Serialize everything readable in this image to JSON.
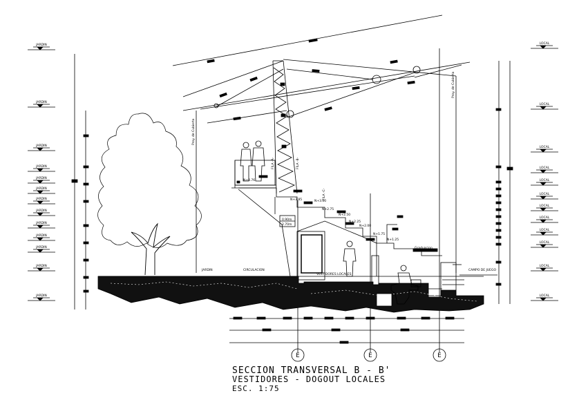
{
  "title": {
    "line1": "SECCION TRANSVERSAL B - B'",
    "line2": "VESTIDORES - DOGOUT LOCALES",
    "line3": "ESC. 1:75"
  },
  "axis_bubbles": [
    "E",
    "E",
    "E"
  ],
  "left_levels": [
    "JARDIN",
    "JARDIN",
    "JARDIN",
    "JARDIN",
    "JARDIN",
    "JARDIN",
    "JARDIN",
    "JARDIN",
    "JARDIN",
    "JARDIN",
    "JARDIN",
    "JARDIN",
    "JARDIN"
  ],
  "right_levels": [
    "LOCAL",
    "LOCAL",
    "LOCAL",
    "LOCAL",
    "LOCAL",
    "LOCAL",
    "LOCAL",
    "LOCAL",
    "LOCAL",
    "LOCAL",
    "LOCAL",
    "LOCAL"
  ],
  "annotations": {
    "jardin": "JARDIN",
    "circulacion": "CIRCULACION",
    "vestidores": "VESTIDORES LOCALES",
    "campo": "CAMPO DE JUEGO",
    "fila_a": "FILA -A-",
    "fila_b": "FILA -B-",
    "fila_c": "FILA -C-",
    "proy_left": "Proy. de Cubierta",
    "proy_right": "Proy. de Cubierta",
    "n1": "N+4.76",
    "n2": "N+3.85",
    "n3": "N+3.00",
    "n4": "N+2.75",
    "n5": "N+2.50",
    "n6": "N+2.25",
    "n7": "N+2.00",
    "n8": "N+1.75",
    "n9": "N+1.25",
    "box1": "0.90m",
    "box2": "2.70m",
    "graduacion": "Graduacion"
  }
}
